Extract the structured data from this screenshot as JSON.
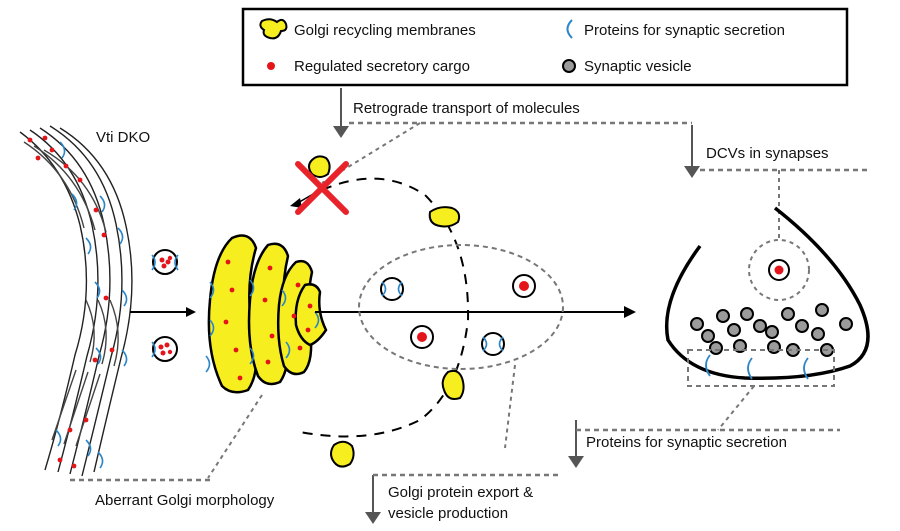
{
  "legend": {
    "golgi_membranes": "Golgi recycling membranes",
    "proteins_synaptic": "Proteins for synaptic secretion",
    "regulated_cargo": "Regulated secretory cargo",
    "synaptic_vesicle": "Synaptic vesicle"
  },
  "labels": {
    "condition": "Vti DKO",
    "retrograde": "Retrograde transport of molecules",
    "dcvs_in_synapses": "DCVs in synapses",
    "proteins_synaptic": "Proteins for synaptic secretion",
    "golgi_export_line1": "Golgi protein export &",
    "golgi_export_line2": "vesicle production",
    "aberrant_golgi": "Aberrant Golgi morphology"
  },
  "colors": {
    "golgi_yellow": "#f7ee1f",
    "cargo_red": "#e4141b",
    "protein_blue": "#2a86c8",
    "vesicle_gray": "#9b9b9b",
    "block_cross": "#e8232a",
    "dashed_gray": "#7a7a7a"
  }
}
